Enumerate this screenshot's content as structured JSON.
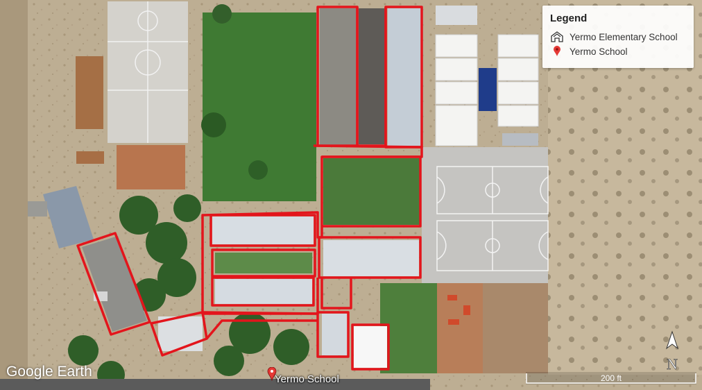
{
  "legend": {
    "title": "Legend",
    "items": [
      {
        "label": "Yermo Elementary School",
        "icon": "school-icon",
        "color": "#ffffff"
      },
      {
        "label": "Yermo School",
        "icon": "map-pin-icon",
        "color": "#e53935"
      }
    ]
  },
  "map": {
    "brand": "Google Earth",
    "place_label": "Yermo School",
    "scale_label": "200 ft",
    "north_label": "N",
    "outline_color": "#e3151c",
    "colors": {
      "grass": "#3f7a33",
      "roof": "#d8dde2",
      "court": "#c8c7c4",
      "desert": "#bfae92"
    }
  }
}
